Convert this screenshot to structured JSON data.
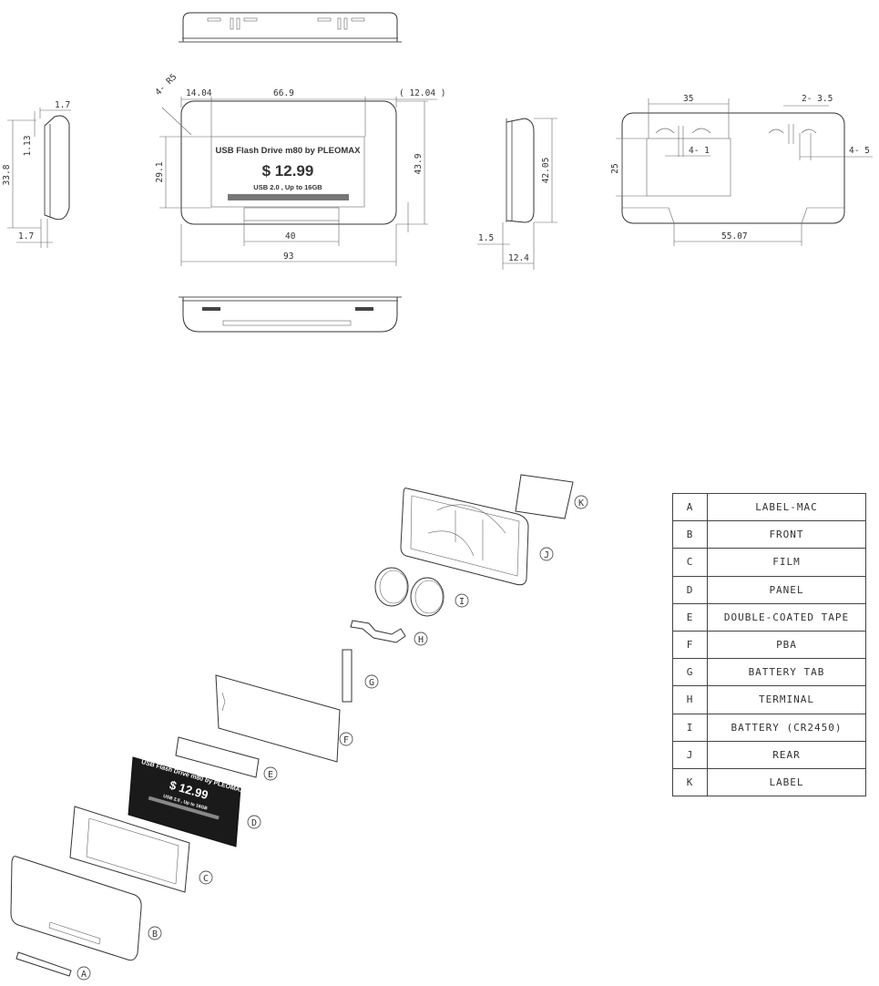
{
  "label": {
    "line1": "USB Flash Drive m80 by PLEOMAX",
    "price": "$ 12.99",
    "line3": "USB 2.0 , Up to 16GB"
  },
  "dimensions": {
    "side_left": {
      "d1": "1.7",
      "d2": "1.13",
      "d3": "33.8",
      "d4": "1.7"
    },
    "front": {
      "radius": "4- R5",
      "left": "14.04",
      "top": "66.9",
      "right": "( 12.04 )",
      "height_left": "29.1",
      "height_right": "43.9",
      "slot": "40",
      "width": "93"
    },
    "side_right": {
      "height": "42.05",
      "d1": "1.5",
      "depth": "12.4"
    },
    "back": {
      "top": "35",
      "pins": "2- 3.5",
      "height": "25",
      "small": "4- 1",
      "right": "4- 5",
      "bottom": "55.07"
    }
  },
  "callouts": [
    "A",
    "B",
    "C",
    "D",
    "E",
    "F",
    "G",
    "H",
    "I",
    "J",
    "K"
  ],
  "parts_table": [
    {
      "code": "A",
      "name": "LABEL-MAC"
    },
    {
      "code": "B",
      "name": "FRONT"
    },
    {
      "code": "C",
      "name": "FILM"
    },
    {
      "code": "D",
      "name": "PANEL"
    },
    {
      "code": "E",
      "name": "DOUBLE-COATED TAPE"
    },
    {
      "code": "F",
      "name": "PBA"
    },
    {
      "code": "G",
      "name": "BATTERY TAB"
    },
    {
      "code": "H",
      "name": "TERMINAL"
    },
    {
      "code": "I",
      "name": "BATTERY (CR2450)"
    },
    {
      "code": "J",
      "name": "REAR"
    },
    {
      "code": "K",
      "name": "LABEL"
    }
  ]
}
